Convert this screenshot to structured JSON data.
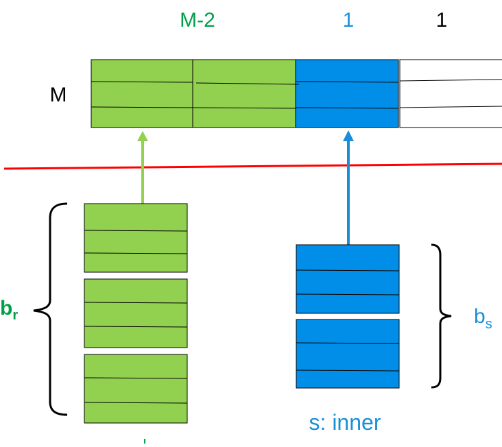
{
  "header": {
    "label_m2": "M-2",
    "label_one_blue": "1",
    "label_one_black": "1"
  },
  "row_label": "M",
  "brace_r": {
    "base": "b",
    "sub": "r"
  },
  "brace_s": {
    "base": "b",
    "sub": "s"
  },
  "caption_s": "s: inner",
  "colors": {
    "green": "#92d050",
    "blue": "#008ee8",
    "green_text": "#00a04a",
    "blue_text": "#1a8fd8",
    "red_line": "#ff0000",
    "green_arrow": "#92d050",
    "blue_arrow": "#1a8fd8"
  }
}
